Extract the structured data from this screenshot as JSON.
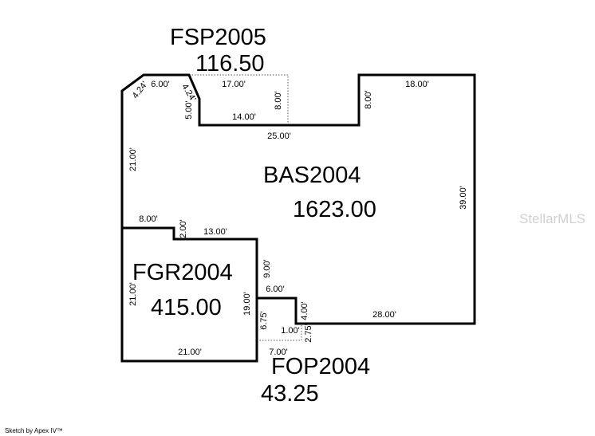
{
  "areas": {
    "fsp": {
      "code": "FSP2005",
      "value": "116.50"
    },
    "bas": {
      "code": "BAS2004",
      "value": "1623.00"
    },
    "fgr": {
      "code": "FGR2004",
      "value": "415.00"
    },
    "fop": {
      "code": "FOP2004",
      "value": "43.25"
    }
  },
  "dims": {
    "d_424_left": "4.24'",
    "d_600_top": "6.00'",
    "d_424_right": "4.24'",
    "d_1700": "17.00'",
    "d_800_fsp": "8.00'",
    "d_500": "5.00'",
    "d_1400": "14.00'",
    "d_800_bas": "8.00'",
    "d_1800": "18.00'",
    "d_2500": "25.00'",
    "d_2100_bas": "21.00'",
    "d_3900": "39.00'",
    "d_800_mid": "8.00'",
    "d_200": "2.00'",
    "d_1300": "13.00'",
    "d_900": "9.00'",
    "d_600_mid": "6.00'",
    "d_2100_fgr": "21.00'",
    "d_1900": "19.00'",
    "d_675": "6.75'",
    "d_400": "4.00'",
    "d_2800": "28.00'",
    "d_100": "1.00'",
    "d_275": "2.75'",
    "d_2100_bottom": "21.00'",
    "d_700": "7.00'"
  },
  "footer": {
    "credit": "Sketch by Apex IV™"
  },
  "watermark": {
    "text": "StellarMLS"
  }
}
